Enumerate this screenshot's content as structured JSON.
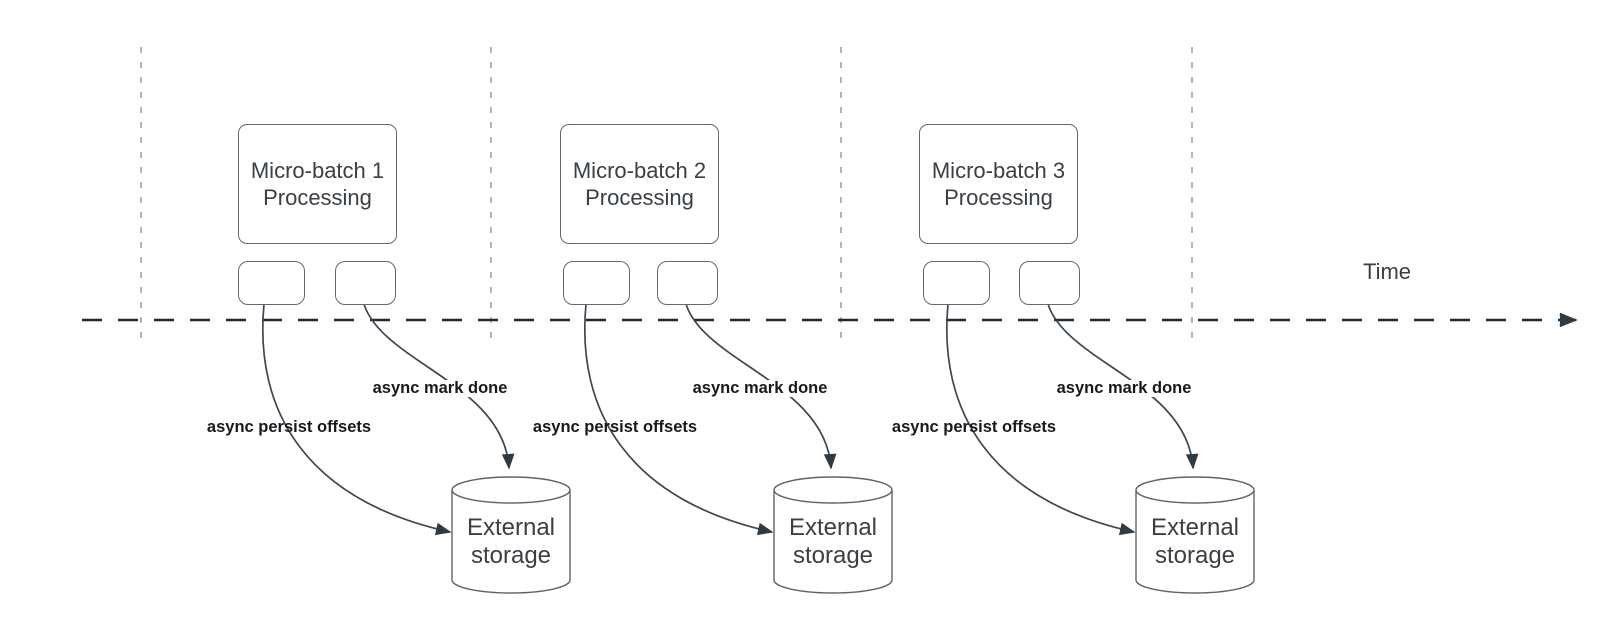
{
  "diagram": {
    "time_label": "Time",
    "batches": [
      {
        "box_line1": "Micro-batch 1",
        "box_line2": "Processing",
        "persist_label": "async persist offsets",
        "mark_done_label": "async mark done",
        "storage_line1": "External",
        "storage_line2": "storage"
      },
      {
        "box_line1": "Micro-batch 2",
        "box_line2": "Processing",
        "persist_label": "async persist offsets",
        "mark_done_label": "async mark done",
        "storage_line1": "External",
        "storage_line2": "storage"
      },
      {
        "box_line1": "Micro-batch 3",
        "box_line2": "Processing",
        "persist_label": "async persist offsets",
        "mark_done_label": "async mark done",
        "storage_line1": "External",
        "storage_line2": "storage"
      }
    ],
    "colors": {
      "curve_stroke": "#3e4852",
      "arrow_fill": "#303a44",
      "box_stroke": "#65696d",
      "divider_stroke": "#adadad",
      "timeline_stroke": "#22282d",
      "text": "#3a4045",
      "bold_label_text": "#17191c"
    }
  }
}
